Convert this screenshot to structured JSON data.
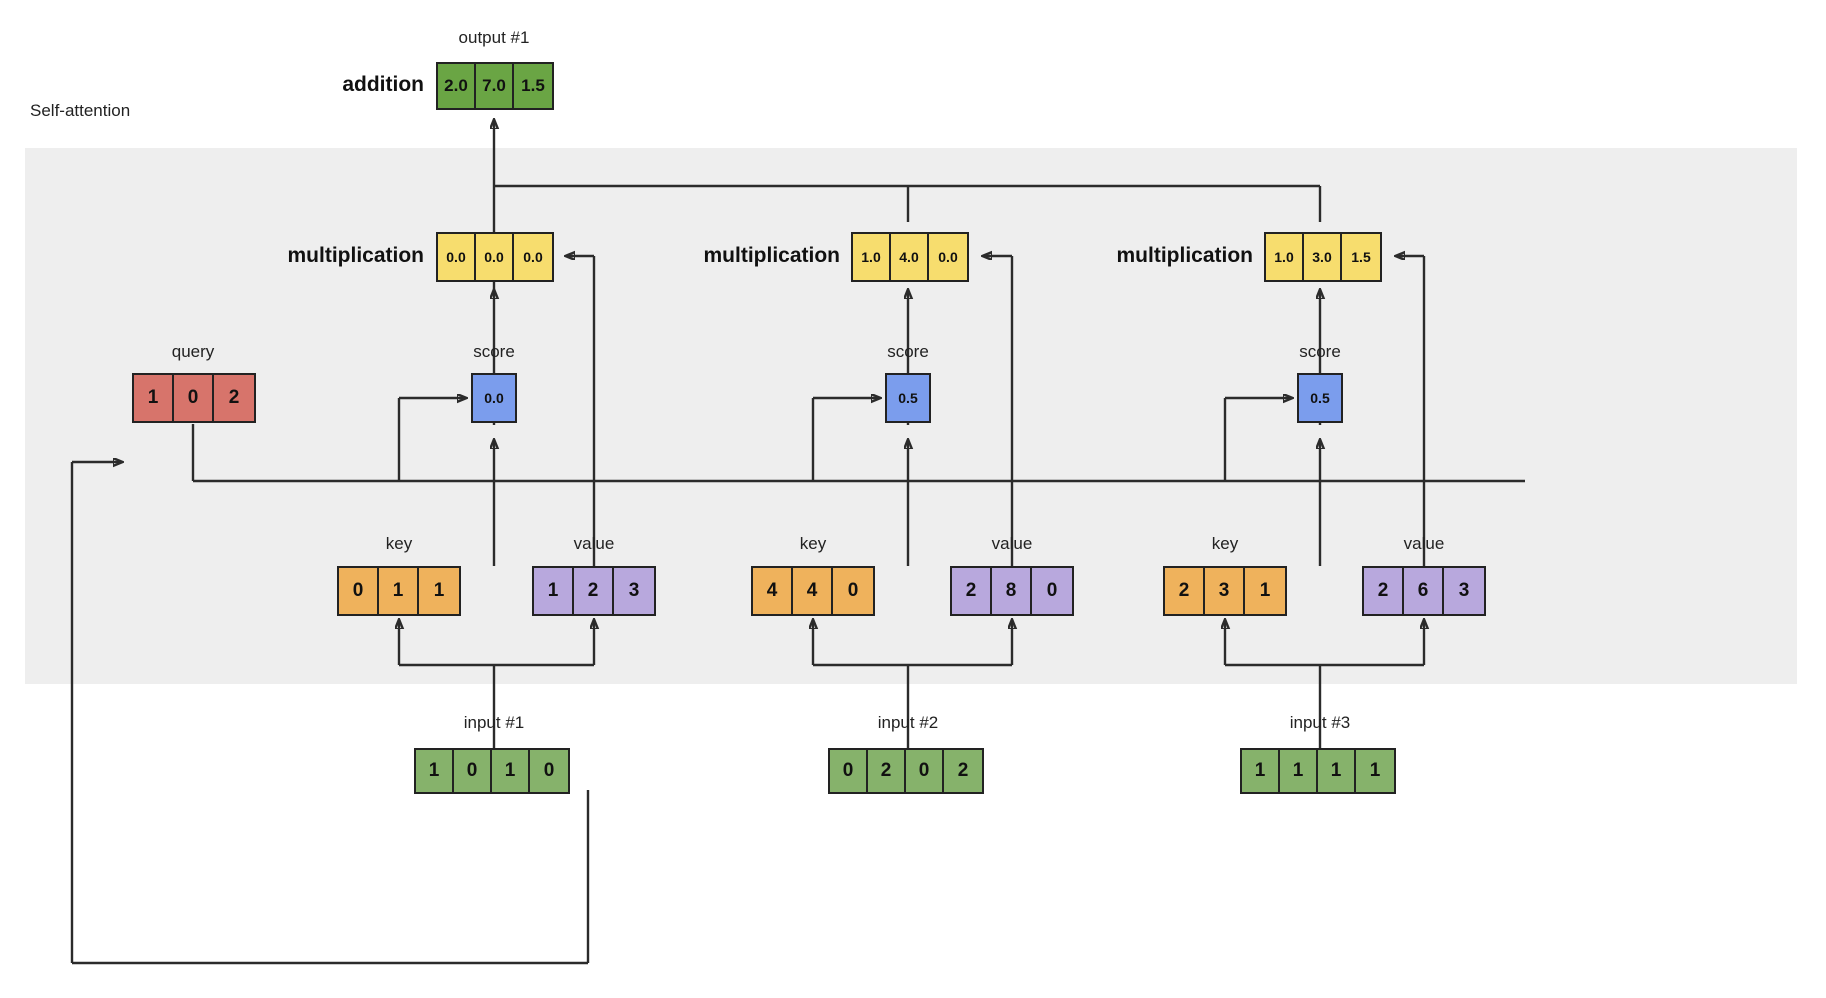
{
  "diagram": {
    "title": "Self-attention",
    "panel_color": "#eeeeee",
    "output": {
      "caption": "output #1",
      "row_label": "addition",
      "values": [
        "2.0",
        "7.0",
        "1.5"
      ],
      "color": "#6aa544"
    },
    "row_labels": {
      "multiplication": "multiplication",
      "query": "query",
      "score": "score",
      "key": "key",
      "value": "value"
    },
    "query": {
      "caption": "query",
      "values": [
        "1",
        "0",
        "2"
      ],
      "color": "#d7746b"
    },
    "groups": [
      {
        "multiplication_label": "multiplication",
        "multiplication": [
          "0.0",
          "0.0",
          "0.0"
        ],
        "score_caption": "score",
        "score": "0.0",
        "key_caption": "key",
        "key": [
          "0",
          "1",
          "1"
        ],
        "value_caption": "value",
        "value": [
          "1",
          "2",
          "3"
        ],
        "input_caption": "input #1",
        "input": [
          "1",
          "0",
          "1",
          "0"
        ]
      },
      {
        "multiplication_label": "multiplication",
        "multiplication": [
          "1.0",
          "4.0",
          "0.0"
        ],
        "score_caption": "score",
        "score": "0.5",
        "key_caption": "key",
        "key": [
          "4",
          "4",
          "0"
        ],
        "value_caption": "value",
        "value": [
          "2",
          "8",
          "0"
        ],
        "input_caption": "input #2",
        "input": [
          "0",
          "2",
          "0",
          "2"
        ]
      },
      {
        "multiplication_label": "multiplication",
        "multiplication": [
          "1.0",
          "3.0",
          "1.5"
        ],
        "score_caption": "score",
        "score": "0.5",
        "key_caption": "key",
        "key": [
          "2",
          "3",
          "1"
        ],
        "value_caption": "value",
        "value": [
          "2",
          "6",
          "3"
        ],
        "input_caption": "input #3",
        "input": [
          "1",
          "1",
          "1",
          "1"
        ]
      }
    ],
    "colors": {
      "input": "#86b26b",
      "output": "#6aa544",
      "query": "#d7746b",
      "key": "#efb25c",
      "value": "#b8a8dd",
      "score": "#7b9ded",
      "multiplication": "#f7dd6e",
      "wire": "#2b2b2b",
      "panel": "#eeeeee"
    }
  }
}
